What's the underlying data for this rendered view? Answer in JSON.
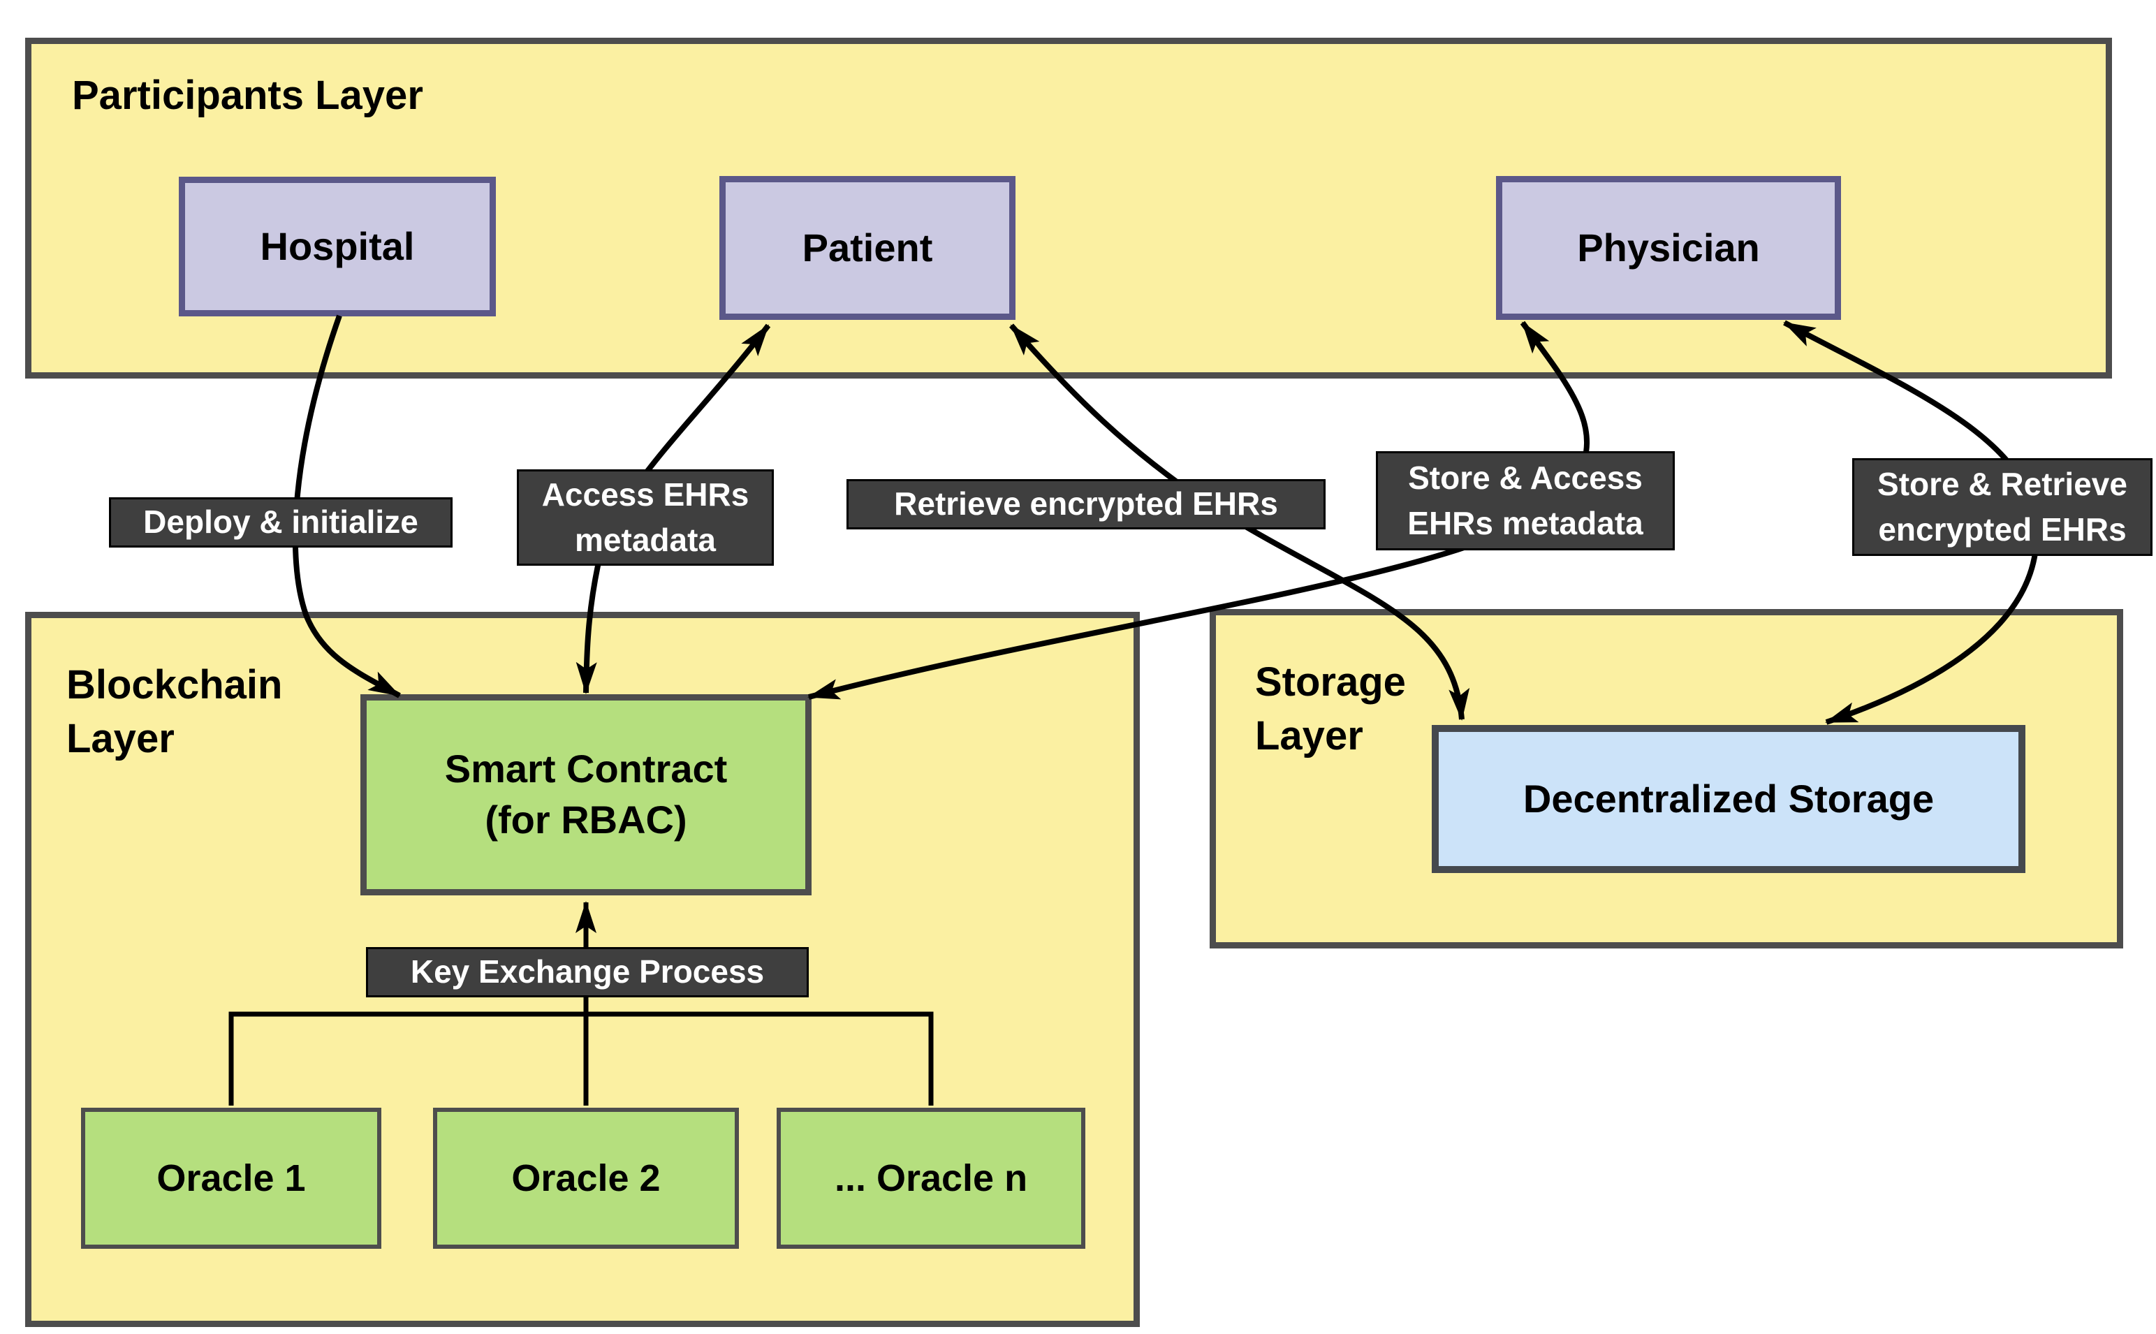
{
  "diagram": {
    "layers": {
      "participants": {
        "title": "Participants Layer"
      },
      "blockchain": {
        "title": "Blockchain Layer"
      },
      "storage": {
        "title": "Storage Layer"
      }
    },
    "nodes": {
      "hospital": {
        "label": "Hospital"
      },
      "patient": {
        "label": "Patient"
      },
      "physician": {
        "label": "Physician"
      },
      "smart_contract": {
        "label": "Smart Contract (for RBAC)",
        "line1": "Smart Contract",
        "line2": "(for RBAC)"
      },
      "oracle_1": {
        "label": "Oracle 1"
      },
      "oracle_2": {
        "label": "Oracle 2"
      },
      "oracle_n": {
        "label": "... Oracle n"
      },
      "decentralized_storage": {
        "label": "Decentralized Storage"
      }
    },
    "edge_labels": {
      "deploy": "Deploy & initialize",
      "access": "Access EHRs metadata",
      "retrieve": "Retrieve encrypted EHRs",
      "store_access": "Store & Access EHRs metadata",
      "store_retrieve": "Store & Retrieve encrypted EHRs",
      "key_exchange": "Key Exchange Process"
    },
    "edges": [
      {
        "id": "deploy",
        "from": "hospital",
        "to": "smart_contract",
        "label": "Deploy & initialize",
        "bidirectional": false
      },
      {
        "id": "access",
        "from": "patient",
        "to": "smart_contract",
        "label": "Access EHRs metadata",
        "bidirectional": true
      },
      {
        "id": "retrieve",
        "from": "patient",
        "to": "decentralized_storage",
        "label": "Retrieve encrypted EHRs",
        "bidirectional": true
      },
      {
        "id": "store_access",
        "from": "physician",
        "to": "smart_contract",
        "label": "Store & Access EHRs metadata",
        "bidirectional": true
      },
      {
        "id": "store_retrieve",
        "from": "physician",
        "to": "decentralized_storage",
        "label": "Store & Retrieve encrypted EHRs",
        "bidirectional": true
      },
      {
        "id": "key_exchange",
        "from": "oracles",
        "to": "smart_contract",
        "label": "Key Exchange Process",
        "bidirectional": false
      }
    ],
    "colors": {
      "layer_fill": "#FBF0A2",
      "layer_border": "#4D4D4D",
      "participant_fill": "#CBC9E2",
      "participant_border": "#5B5889",
      "contract_fill": "#B5DF7E",
      "contract_border": "#4D4D4D",
      "storage_fill": "#CCE3F9",
      "storage_border": "#45494E",
      "edge_label_bg": "#3F3F3F",
      "edge_label_text": "#FFFFFF",
      "arrow": "#000000"
    }
  }
}
